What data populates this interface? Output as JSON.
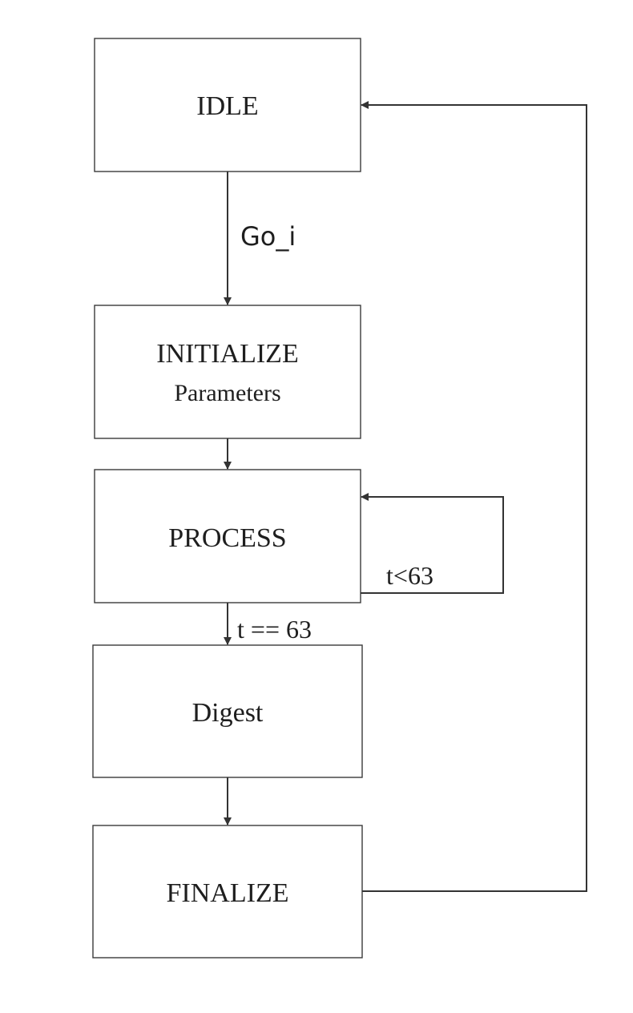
{
  "diagram": {
    "states": {
      "idle": {
        "label": "IDLE"
      },
      "initialize": {
        "label": "INITIALIZE",
        "sublabel": "Parameters"
      },
      "process": {
        "label": "PROCESS"
      },
      "digest": {
        "label": "Digest"
      },
      "finalize": {
        "label": "FINALIZE"
      }
    },
    "transitions": {
      "idle_to_initialize": {
        "label": "Go_i"
      },
      "process_loop": {
        "label": "t<63"
      },
      "process_to_digest": {
        "label": "t == 63"
      }
    }
  }
}
